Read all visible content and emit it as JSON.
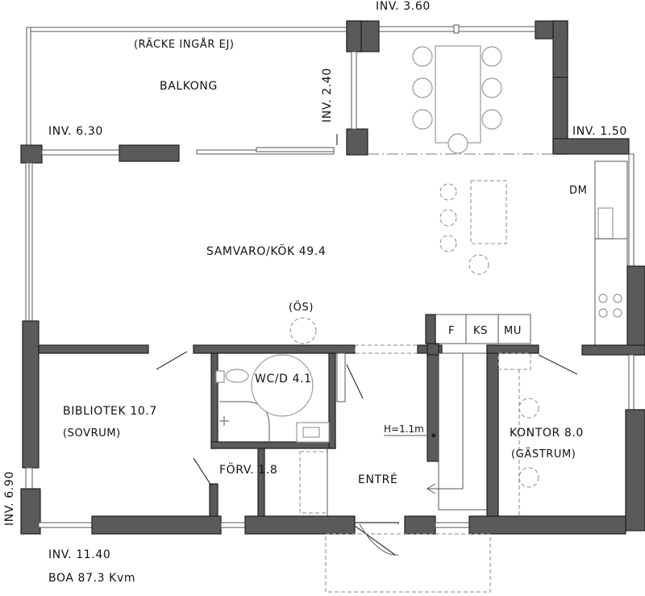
{
  "labels": {
    "inv_360": "INV. 3.60",
    "railing": "(RÄCKE INGÅR EJ)",
    "balcony": "BALKONG",
    "inv_240": "INV. 2.40",
    "inv_630": "INV. 6.30",
    "inv_150": "INV. 1.50",
    "dm": "DM",
    "living_kitchen": "SAMVARO/KÖK 49.4",
    "os": "(ÖS)",
    "f": "F",
    "ks": "KS",
    "mu": "MU",
    "wc": "WC/D  4.1",
    "library": "BIBLIOTEK 10.7",
    "library_sub": "(SOVRUM)",
    "inv_690": "INV. 6.90",
    "h_note": "H=1.1m",
    "office": "KONTOR 8.0",
    "office_sub": "(GÄSTRUM)",
    "storage": "FÖRV. 1.8",
    "entrance": "ENTRÉ",
    "inv_1140": "INV. 11.40",
    "boa": "BOA 87.3 Kvm"
  }
}
